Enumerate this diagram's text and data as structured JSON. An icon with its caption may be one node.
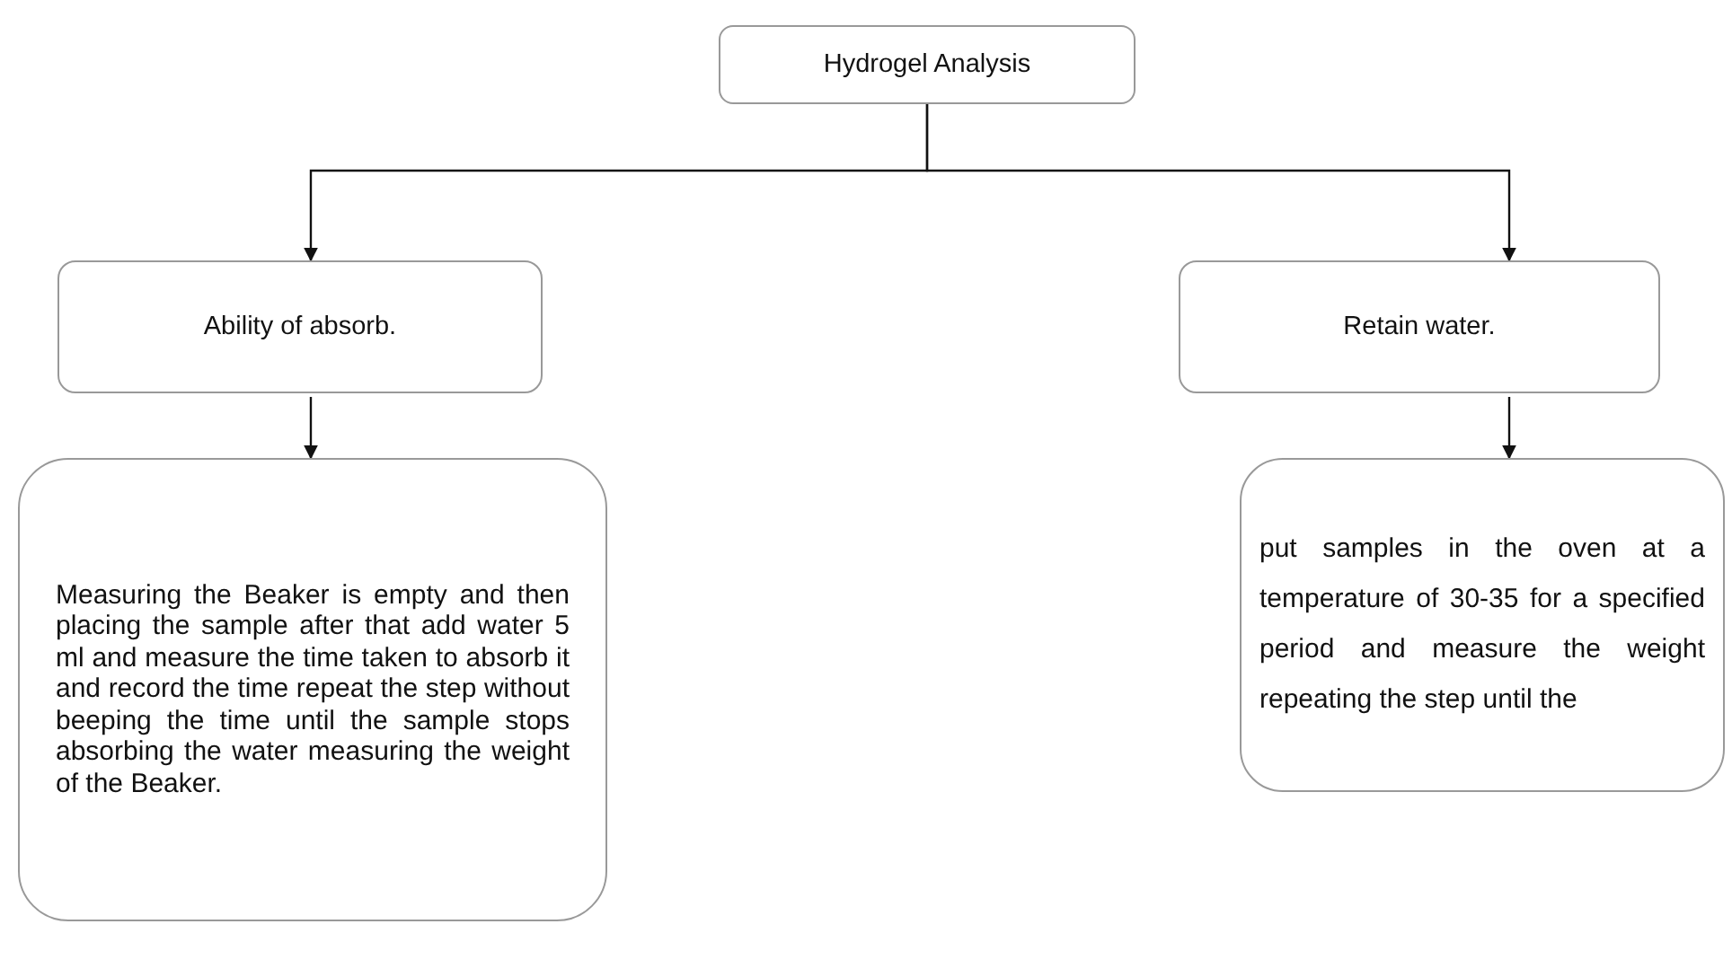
{
  "diagram": {
    "nodes": [
      {
        "text": [
          "Hydrogel Analysis"
        ]
      },
      {
        "text": [
          "Ability of absorb."
        ]
      },
      {
        "text": [
          "Retain water."
        ]
      },
      {
        "text": [
          "Measuring the Beaker is empty and then placing the sample after that add water 5 ml and measure the time taken to absorb it and record the time repeat the step without beeping the time until the sample stops absorbing the water measuring the weight of the Beaker."
        ]
      },
      {
        "text": [
          "put samples in the oven at a temperature of 30-35 for a specified period and measure the weight repeating the step until the"
        ]
      }
    ],
    "edges": [
      {
        "from": 0,
        "to": 1,
        "arrow": "to"
      },
      {
        "from": 0,
        "to": 2,
        "arrow": "to"
      },
      {
        "from": 1,
        "to": 3,
        "arrow": "to"
      },
      {
        "from": 2,
        "to": 4,
        "arrow": "to"
      }
    ]
  }
}
